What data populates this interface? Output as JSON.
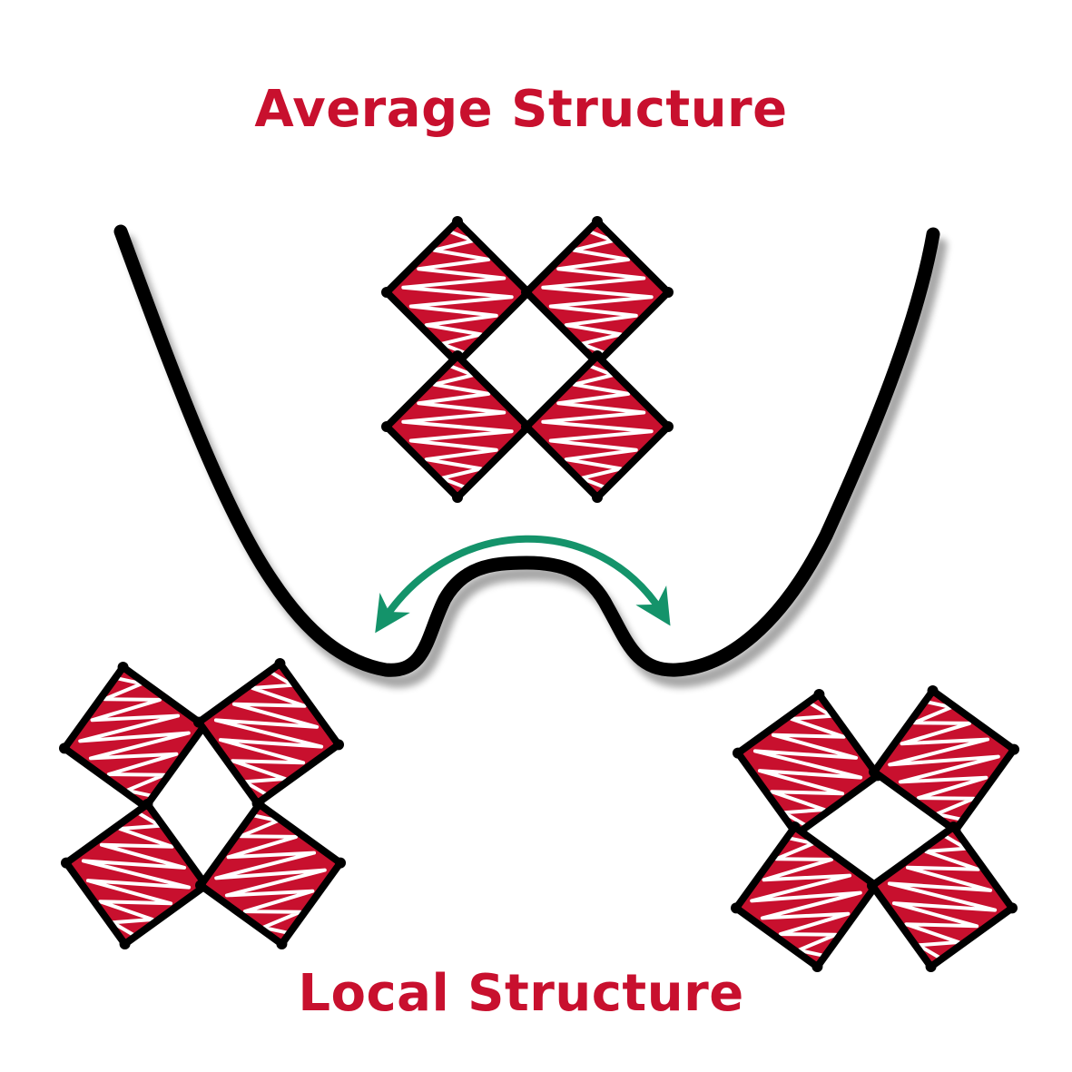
{
  "top_label": "Average Structure",
  "bottom_label": "Local Structure",
  "colors": {
    "label": "#c8102e",
    "octahedron_fill": "#c8102e",
    "stripe": "#ffffff",
    "outline": "#000000",
    "arrow": "#14936a"
  },
  "icons": [
    "octahedra-cluster-symmetric",
    "octahedra-cluster-tilted-left",
    "octahedra-cluster-tilted-right",
    "double-well-potential-curve",
    "double-headed-arrow"
  ]
}
